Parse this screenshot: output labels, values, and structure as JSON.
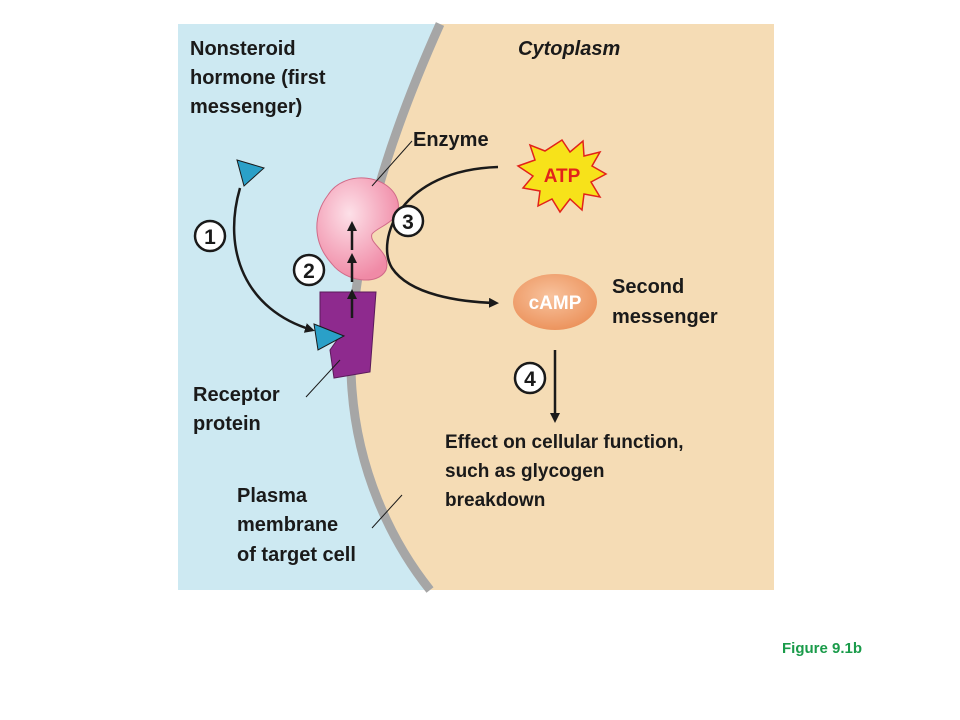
{
  "labels": {
    "hormone": [
      "Nonsteroid",
      "hormone (first",
      "messenger)"
    ],
    "cytoplasm": "Cytoplasm",
    "enzyme": "Enzyme",
    "atp": "ATP",
    "camp": "cAMP",
    "second_messenger": [
      "Second",
      "messenger"
    ],
    "receptor": [
      "Receptor",
      "protein"
    ],
    "membrane": [
      "Plasma",
      "membrane",
      "of target cell"
    ],
    "effect": [
      "Effect on cellular function,",
      "such as glycogen",
      "breakdown"
    ]
  },
  "steps": [
    "1",
    "2",
    "3",
    "4"
  ],
  "caption": "Figure 9.1b",
  "colors": {
    "extracellular": "#cde9f2",
    "cytoplasm": "#f5dcb5",
    "membrane": "#a6a6a6",
    "enzyme": "#f49ab3",
    "receptor": "#8e2a8e",
    "hormone": "#2aa0c8",
    "atp_burst": "#f7e21a",
    "atp_text": "#e2231a",
    "camp": "#f0a070",
    "caption": "#1a9b4a"
  }
}
